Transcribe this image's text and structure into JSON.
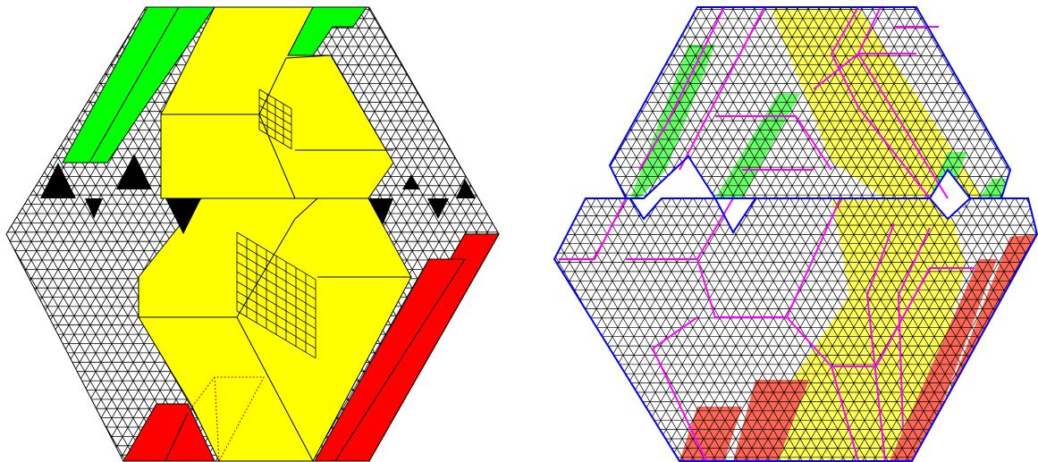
{
  "colors": {
    "background": "#ffffff",
    "grid_line": "#000000",
    "yellow": "#ffff00",
    "green": "#00ff00",
    "red": "#ff0000",
    "black": "#000000",
    "blue_outline": "#0000ff",
    "magenta_outline": "#ff00ff",
    "light_yellow": "#ffff55",
    "light_green": "#66ff66",
    "salmon": "#ff6655"
  },
  "left_figure": {
    "kind": "lozenge-tiling-hexagon",
    "filled_regions": [
      "green-strips",
      "yellow-boxes",
      "red-strips",
      "black-triangles"
    ]
  },
  "right_figure": {
    "kind": "lozenge-tiling-split-hexagon",
    "outline_colors": [
      "blue",
      "magenta"
    ],
    "filled_regions": [
      "yellow-band",
      "green-strips",
      "salmon-strips"
    ]
  }
}
